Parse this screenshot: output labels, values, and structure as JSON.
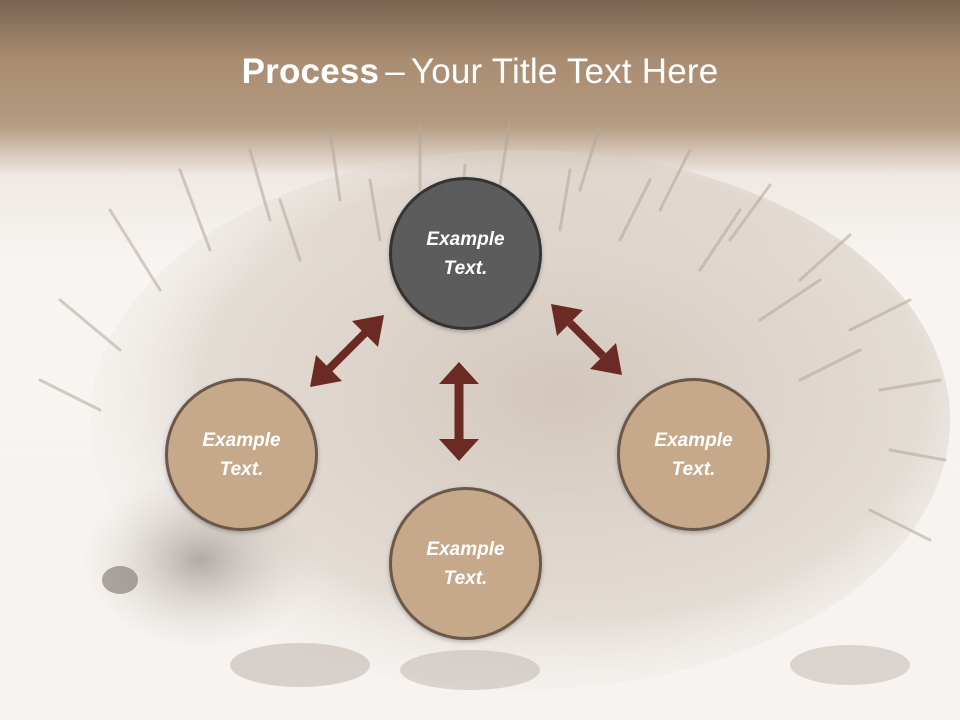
{
  "slide": {
    "title_bold": "Process",
    "title_dash": "–",
    "title_rest": "Your Title Text Here"
  },
  "nodes": [
    {
      "id": "top",
      "label": "Example Text.",
      "style": "dark"
    },
    {
      "id": "left",
      "label": "Example Text.",
      "style": "tan"
    },
    {
      "id": "right",
      "label": "Example Text.",
      "style": "tan"
    },
    {
      "id": "bottom",
      "label": "Example Text.",
      "style": "tan"
    }
  ],
  "colors": {
    "header": "#a98d72",
    "node_dark": "#5c5c5c",
    "node_tan": "#c5a98a",
    "arrow": "#6b2a24"
  },
  "background_image": "hedgehog-illustration"
}
